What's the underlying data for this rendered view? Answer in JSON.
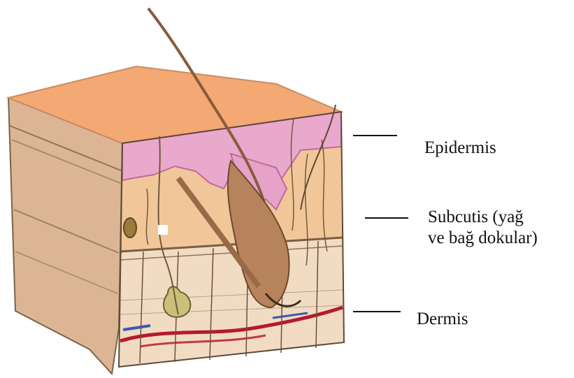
{
  "diagram": {
    "labels": {
      "epidermis": "Epidermis",
      "subcutis_line1": "Subcutis (yağ",
      "subcutis_line2": "ve bağ dokular)",
      "dermis": "Dermis"
    },
    "colors": {
      "surface": "#f4a874",
      "side": "#d9b08f",
      "epidermis_layer": "#e9a9cc",
      "dermis_fill": "#f1c79a",
      "lower_layer": "#f1dcc3",
      "hair": "#8a5a3c",
      "blood_red": "#b41a2a",
      "blood_blue": "#3b58b8",
      "nerve": "#6f5a3a",
      "outline": "#5e4a36"
    }
  }
}
